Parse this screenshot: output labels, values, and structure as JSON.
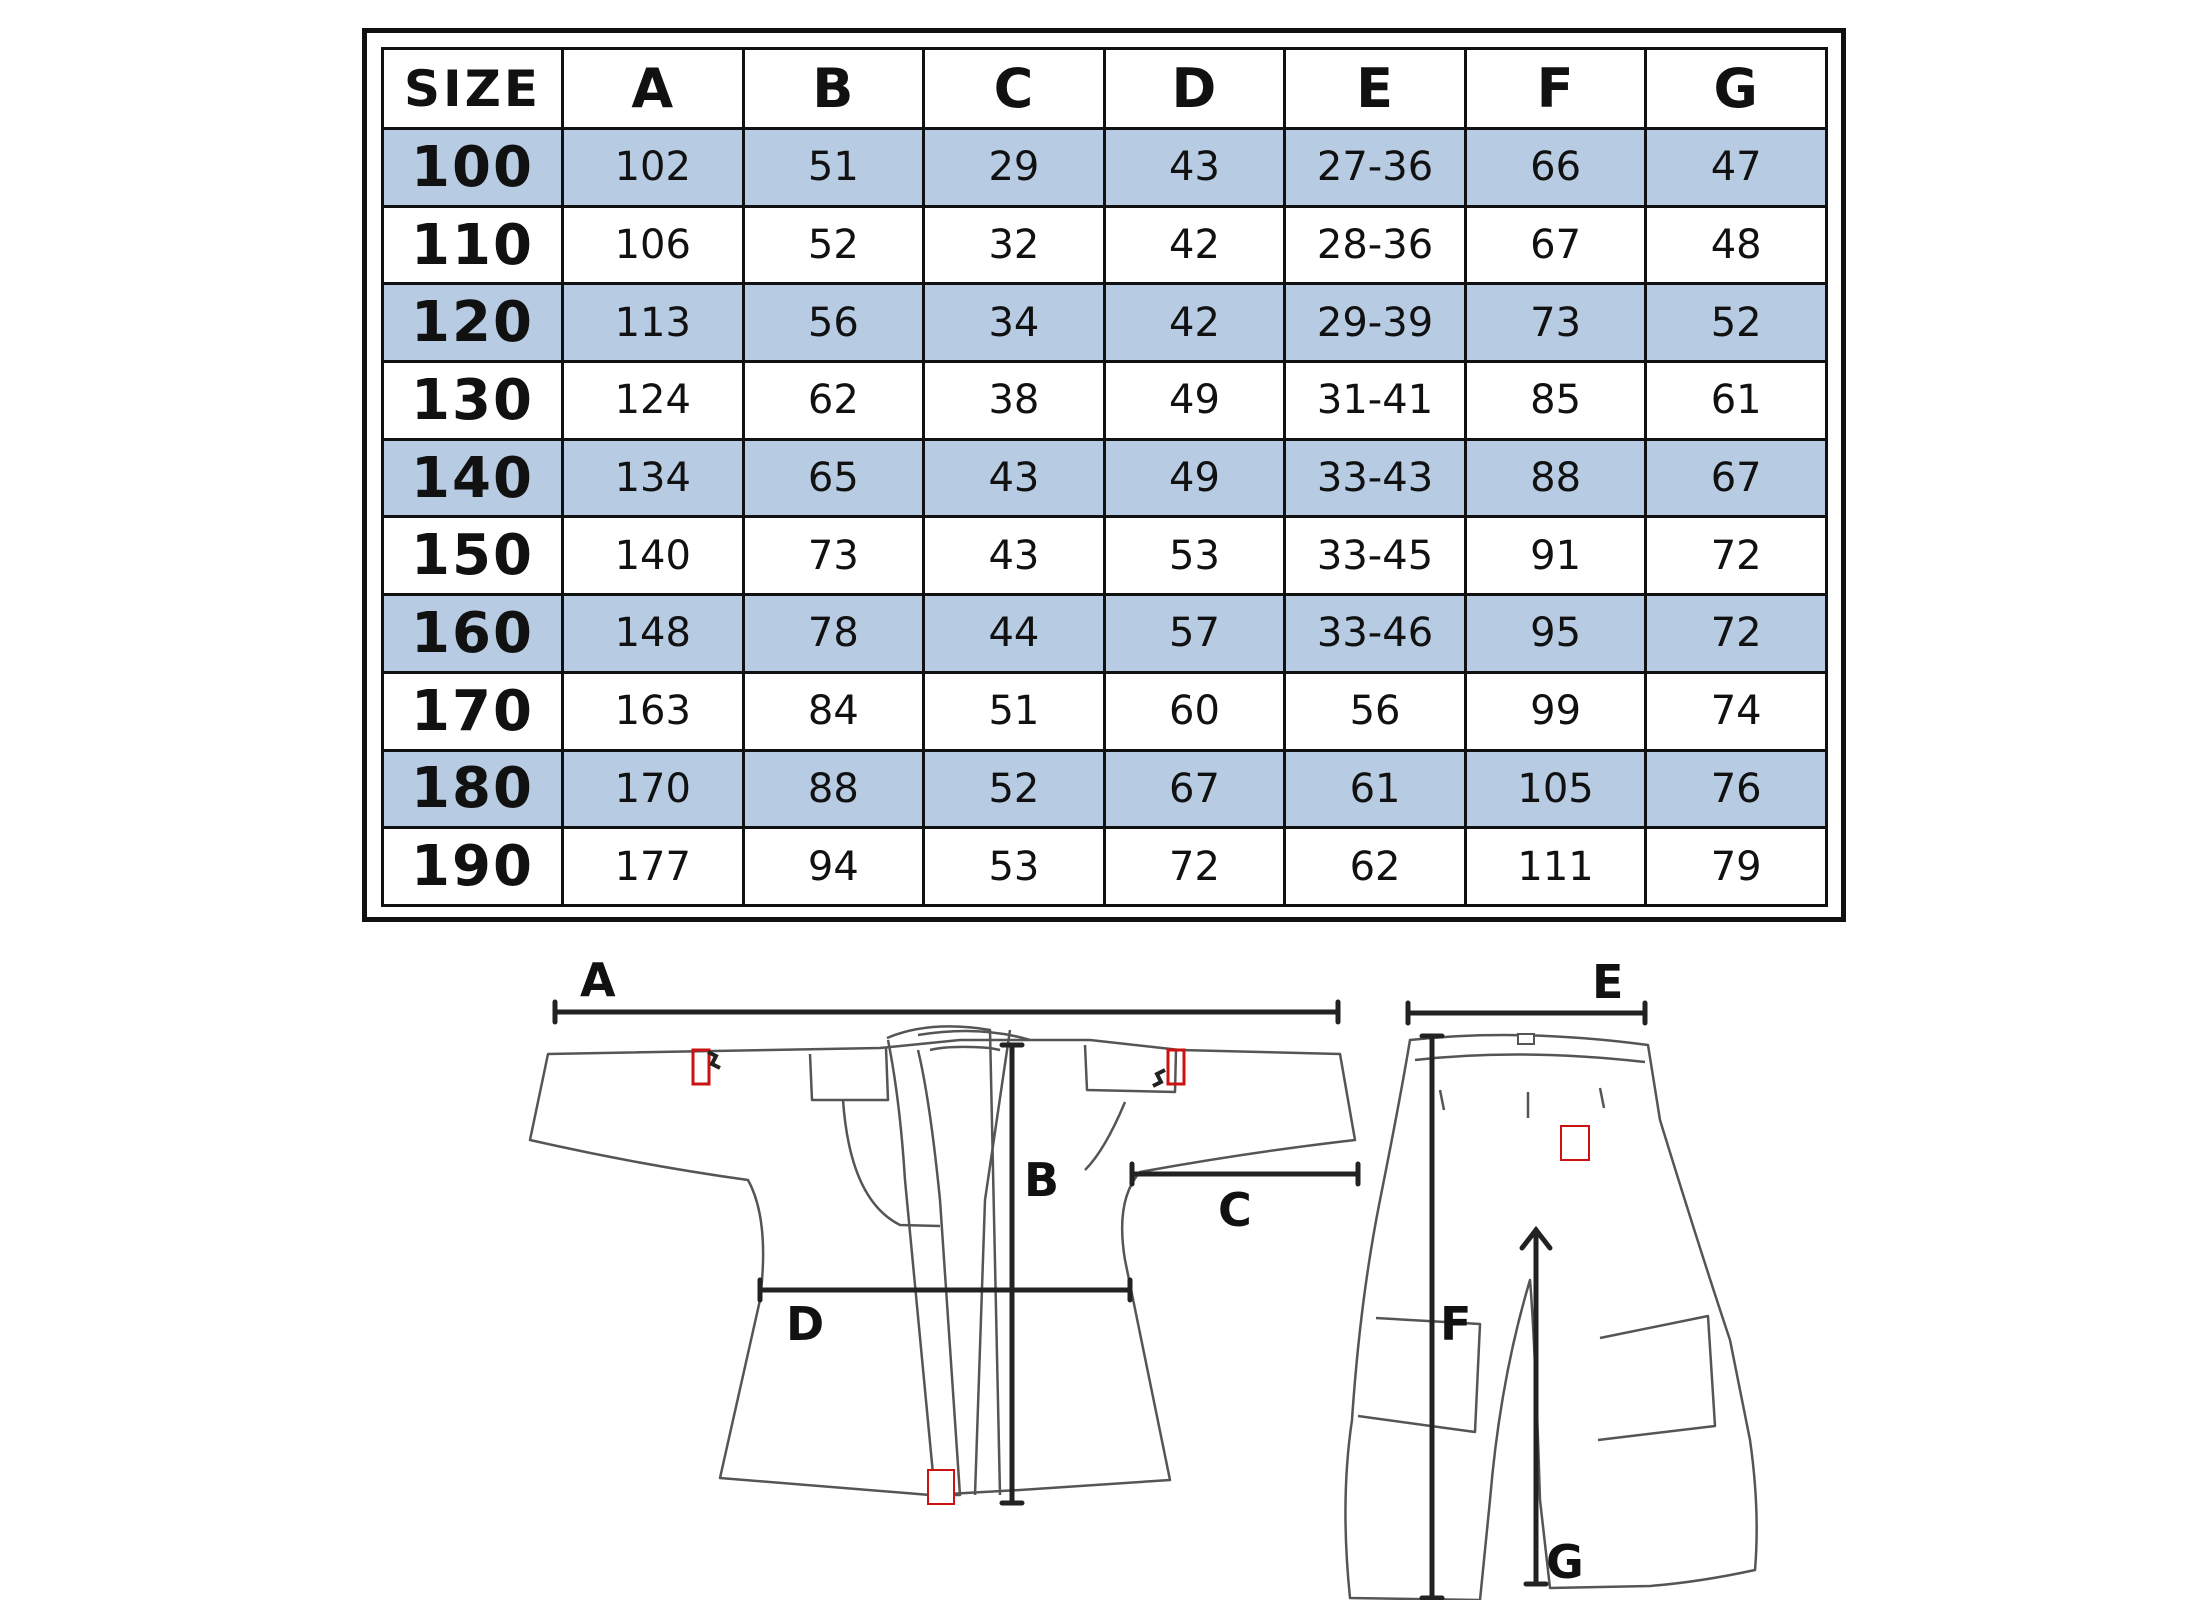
{
  "table": {
    "headers": [
      "SIZE",
      "A",
      "B",
      "C",
      "D",
      "E",
      "F",
      "G"
    ],
    "rows": [
      {
        "size": "100",
        "values": [
          "102",
          "51",
          "29",
          "43",
          "27-36",
          "66",
          "47"
        ]
      },
      {
        "size": "110",
        "values": [
          "106",
          "52",
          "32",
          "42",
          "28-36",
          "67",
          "48"
        ]
      },
      {
        "size": "120",
        "values": [
          "113",
          "56",
          "34",
          "42",
          "29-39",
          "73",
          "52"
        ]
      },
      {
        "size": "130",
        "values": [
          "124",
          "62",
          "38",
          "49",
          "31-41",
          "85",
          "61"
        ]
      },
      {
        "size": "140",
        "values": [
          "134",
          "65",
          "43",
          "49",
          "33-43",
          "88",
          "67"
        ]
      },
      {
        "size": "150",
        "values": [
          "140",
          "73",
          "43",
          "53",
          "33-45",
          "91",
          "72"
        ]
      },
      {
        "size": "160",
        "values": [
          "148",
          "78",
          "44",
          "57",
          "33-46",
          "95",
          "72"
        ]
      },
      {
        "size": "170",
        "values": [
          "163",
          "84",
          "51",
          "60",
          "56",
          "99",
          "74"
        ]
      },
      {
        "size": "180",
        "values": [
          "170",
          "88",
          "52",
          "67",
          "61",
          "105",
          "76"
        ]
      },
      {
        "size": "190",
        "values": [
          "177",
          "94",
          "53",
          "72",
          "62",
          "111",
          "79"
        ]
      }
    ]
  },
  "diagram": {
    "labels": {
      "a": "A",
      "b": "B",
      "c": "C",
      "d": "D",
      "e": "E",
      "f": "F",
      "g": "G"
    }
  },
  "colors": {
    "shaded_row": "#b7cbe3",
    "line": "#111111"
  }
}
